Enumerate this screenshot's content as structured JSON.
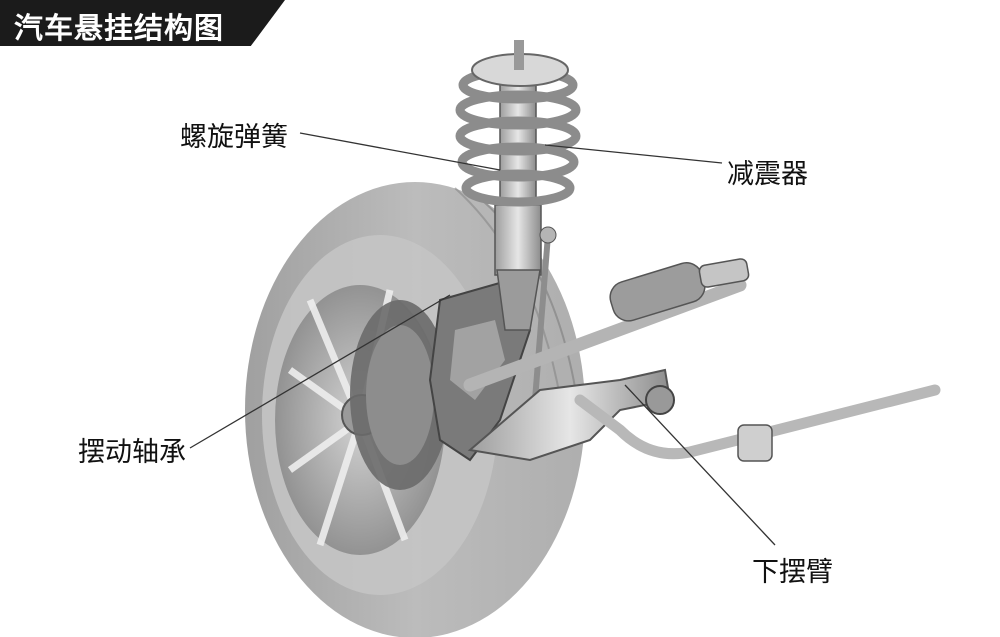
{
  "header": {
    "title": "汽车悬挂结构图"
  },
  "labels": {
    "coil_spring": "螺旋弹簧",
    "shock_absorber": "减震器",
    "swing_bearing": "摆动轴承",
    "lower_arm": "下摆臂"
  },
  "colors": {
    "banner": "#1b1b1b",
    "tire": "#9a9a9a",
    "metal": "#c8c8c8",
    "leader_line": "#333333"
  }
}
